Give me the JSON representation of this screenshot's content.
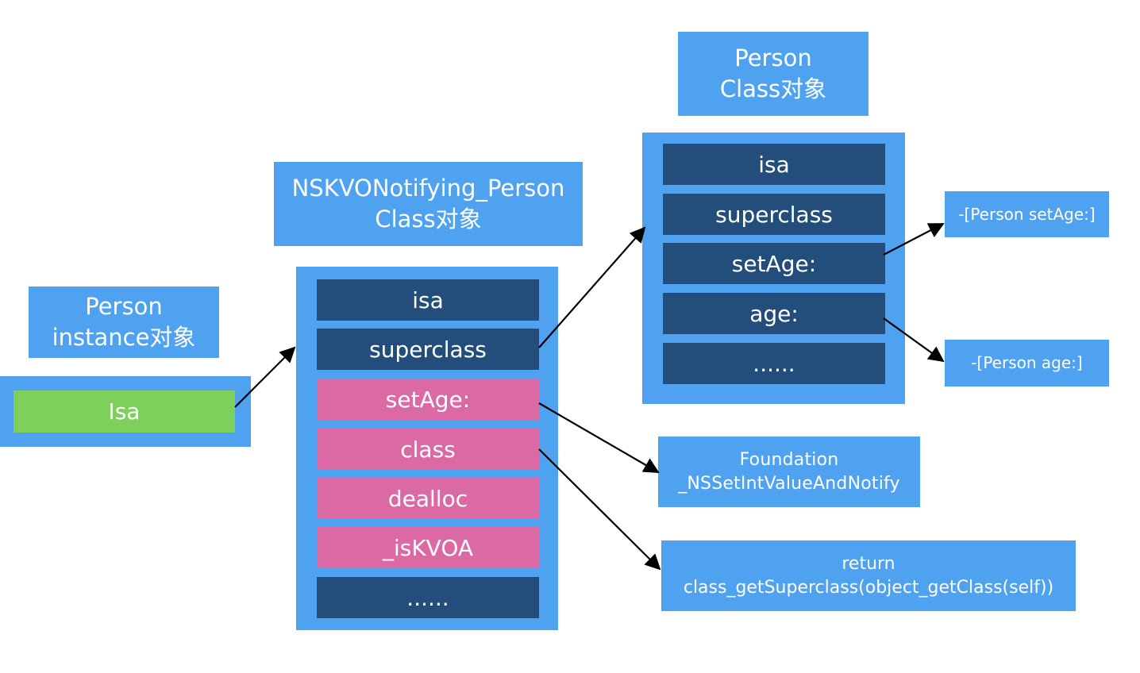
{
  "instance": {
    "title_line1": "Person",
    "title_line2": "instance对象",
    "isa": "Isa"
  },
  "kvo_class": {
    "title_line1": "NSKVONotifying_Person",
    "title_line2": "Class对象",
    "rows": [
      "isa",
      "superclass",
      "setAge:",
      "class",
      "dealloc",
      "_isKVOA",
      "......"
    ]
  },
  "person_class": {
    "title_line1": "Person",
    "title_line2": "Class对象",
    "rows": [
      "isa",
      "superclass",
      "setAge:",
      "age:",
      "......"
    ]
  },
  "targets": {
    "set_age": "-[Person setAge:]",
    "age": "-[Person age:]",
    "foundation_line1": "Foundation",
    "foundation_line2": "_NSSetIntValueAndNotify",
    "return_line1": "return",
    "return_line2": "class_getSuperclass(object_getClass(self))"
  },
  "colors": {
    "container": "#4ea2f0",
    "dark_row": "#234e7c",
    "pink_row": "#db6aa4",
    "isa_green": "#7dd05b"
  }
}
